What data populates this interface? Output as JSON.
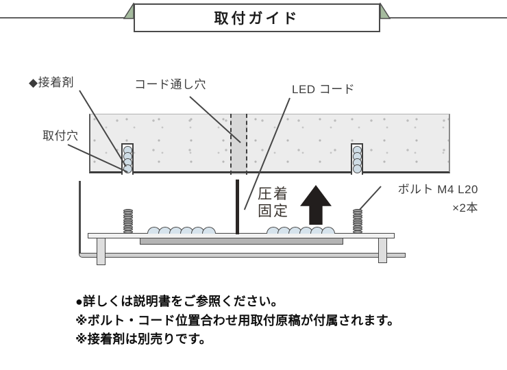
{
  "header": {
    "title": "取付ガイド"
  },
  "diagram": {
    "labels": {
      "adhesive": "◆接着剤",
      "mounting_hole": "取付穴",
      "cord_hole": "コード通し穴",
      "led_cord": "LED コード",
      "crimp_line1": "圧着",
      "crimp_line2": "固定",
      "bolt_line1": "ボルト M4 L20",
      "bolt_line2": "×2本"
    },
    "icons": {
      "press_direction": "up-arrow"
    },
    "colors": {
      "fold_green": "#a5bb9e",
      "panel_gray": "#ececec",
      "adhesive_blue": "#d6e3ec",
      "line_dark": "#464646",
      "arrow_black": "#221e1d"
    }
  },
  "notes": {
    "items": [
      "●詳しくは説明書をご参照ください。",
      "※ボルト・コード位置合わせ用取付原稿が付属されます。",
      "※接着剤は別売りです。"
    ]
  }
}
